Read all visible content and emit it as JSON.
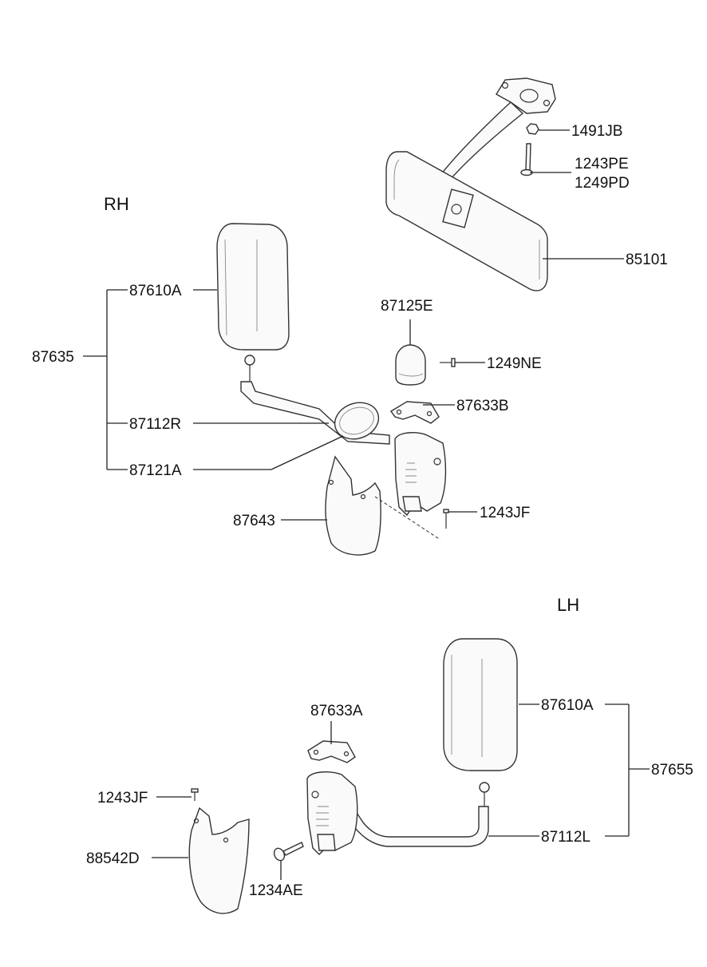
{
  "sections": {
    "rh": "RH",
    "lh": "LH"
  },
  "labels": {
    "l_1491JB": "1491JB",
    "l_1243PE": "1243PE",
    "l_1249PD": "1249PD",
    "l_85101": "85101",
    "l_87610A_rh": "87610A",
    "l_87635": "87635",
    "l_87125E": "87125E",
    "l_1249NE": "1249NE",
    "l_87633B": "87633B",
    "l_87112R": "87112R",
    "l_87121A": "87121A",
    "l_1243JF_rh": "1243JF",
    "l_87643": "87643",
    "l_87610A_lh": "87610A",
    "l_87655": "87655",
    "l_87633A": "87633A",
    "l_1243JF_lh": "1243JF",
    "l_88542D": "88542D",
    "l_87112L": "87112L",
    "l_1234AE": "1234AE"
  }
}
